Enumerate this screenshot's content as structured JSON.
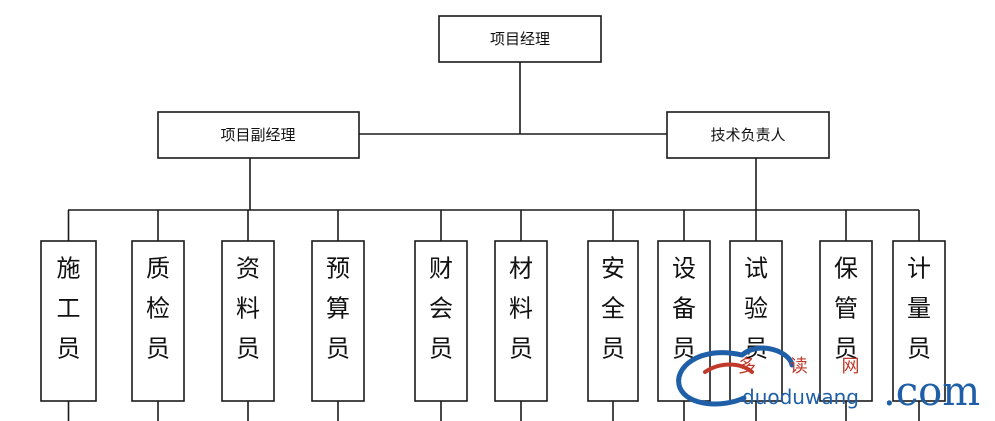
{
  "org_chart": {
    "root": {
      "label": "项目经理"
    },
    "deputies": [
      {
        "label": "项目副经理"
      },
      {
        "label": "技术负责人"
      }
    ],
    "staff": [
      {
        "chars": [
          "施",
          "工",
          "员"
        ]
      },
      {
        "chars": [
          "质",
          "检",
          "员"
        ]
      },
      {
        "chars": [
          "资",
          "料",
          "员"
        ]
      },
      {
        "chars": [
          "预",
          "算",
          "员"
        ]
      },
      {
        "chars": [
          "财",
          "会",
          "员"
        ]
      },
      {
        "chars": [
          "材",
          "料",
          "员"
        ]
      },
      {
        "chars": [
          "安",
          "全",
          "员"
        ]
      },
      {
        "chars": [
          "设",
          "备",
          "员"
        ]
      },
      {
        "chars": [
          "试",
          "验",
          "员"
        ]
      },
      {
        "chars": [
          "保",
          "管",
          "员"
        ]
      },
      {
        "chars": [
          "计",
          "量",
          "员"
        ]
      }
    ]
  },
  "watermark": {
    "chinese": "多 读 网",
    "domain": "duoduwang",
    "tld": ".com",
    "colors": {
      "red": "#c0392b",
      "blue": "#1f5fa8"
    }
  }
}
